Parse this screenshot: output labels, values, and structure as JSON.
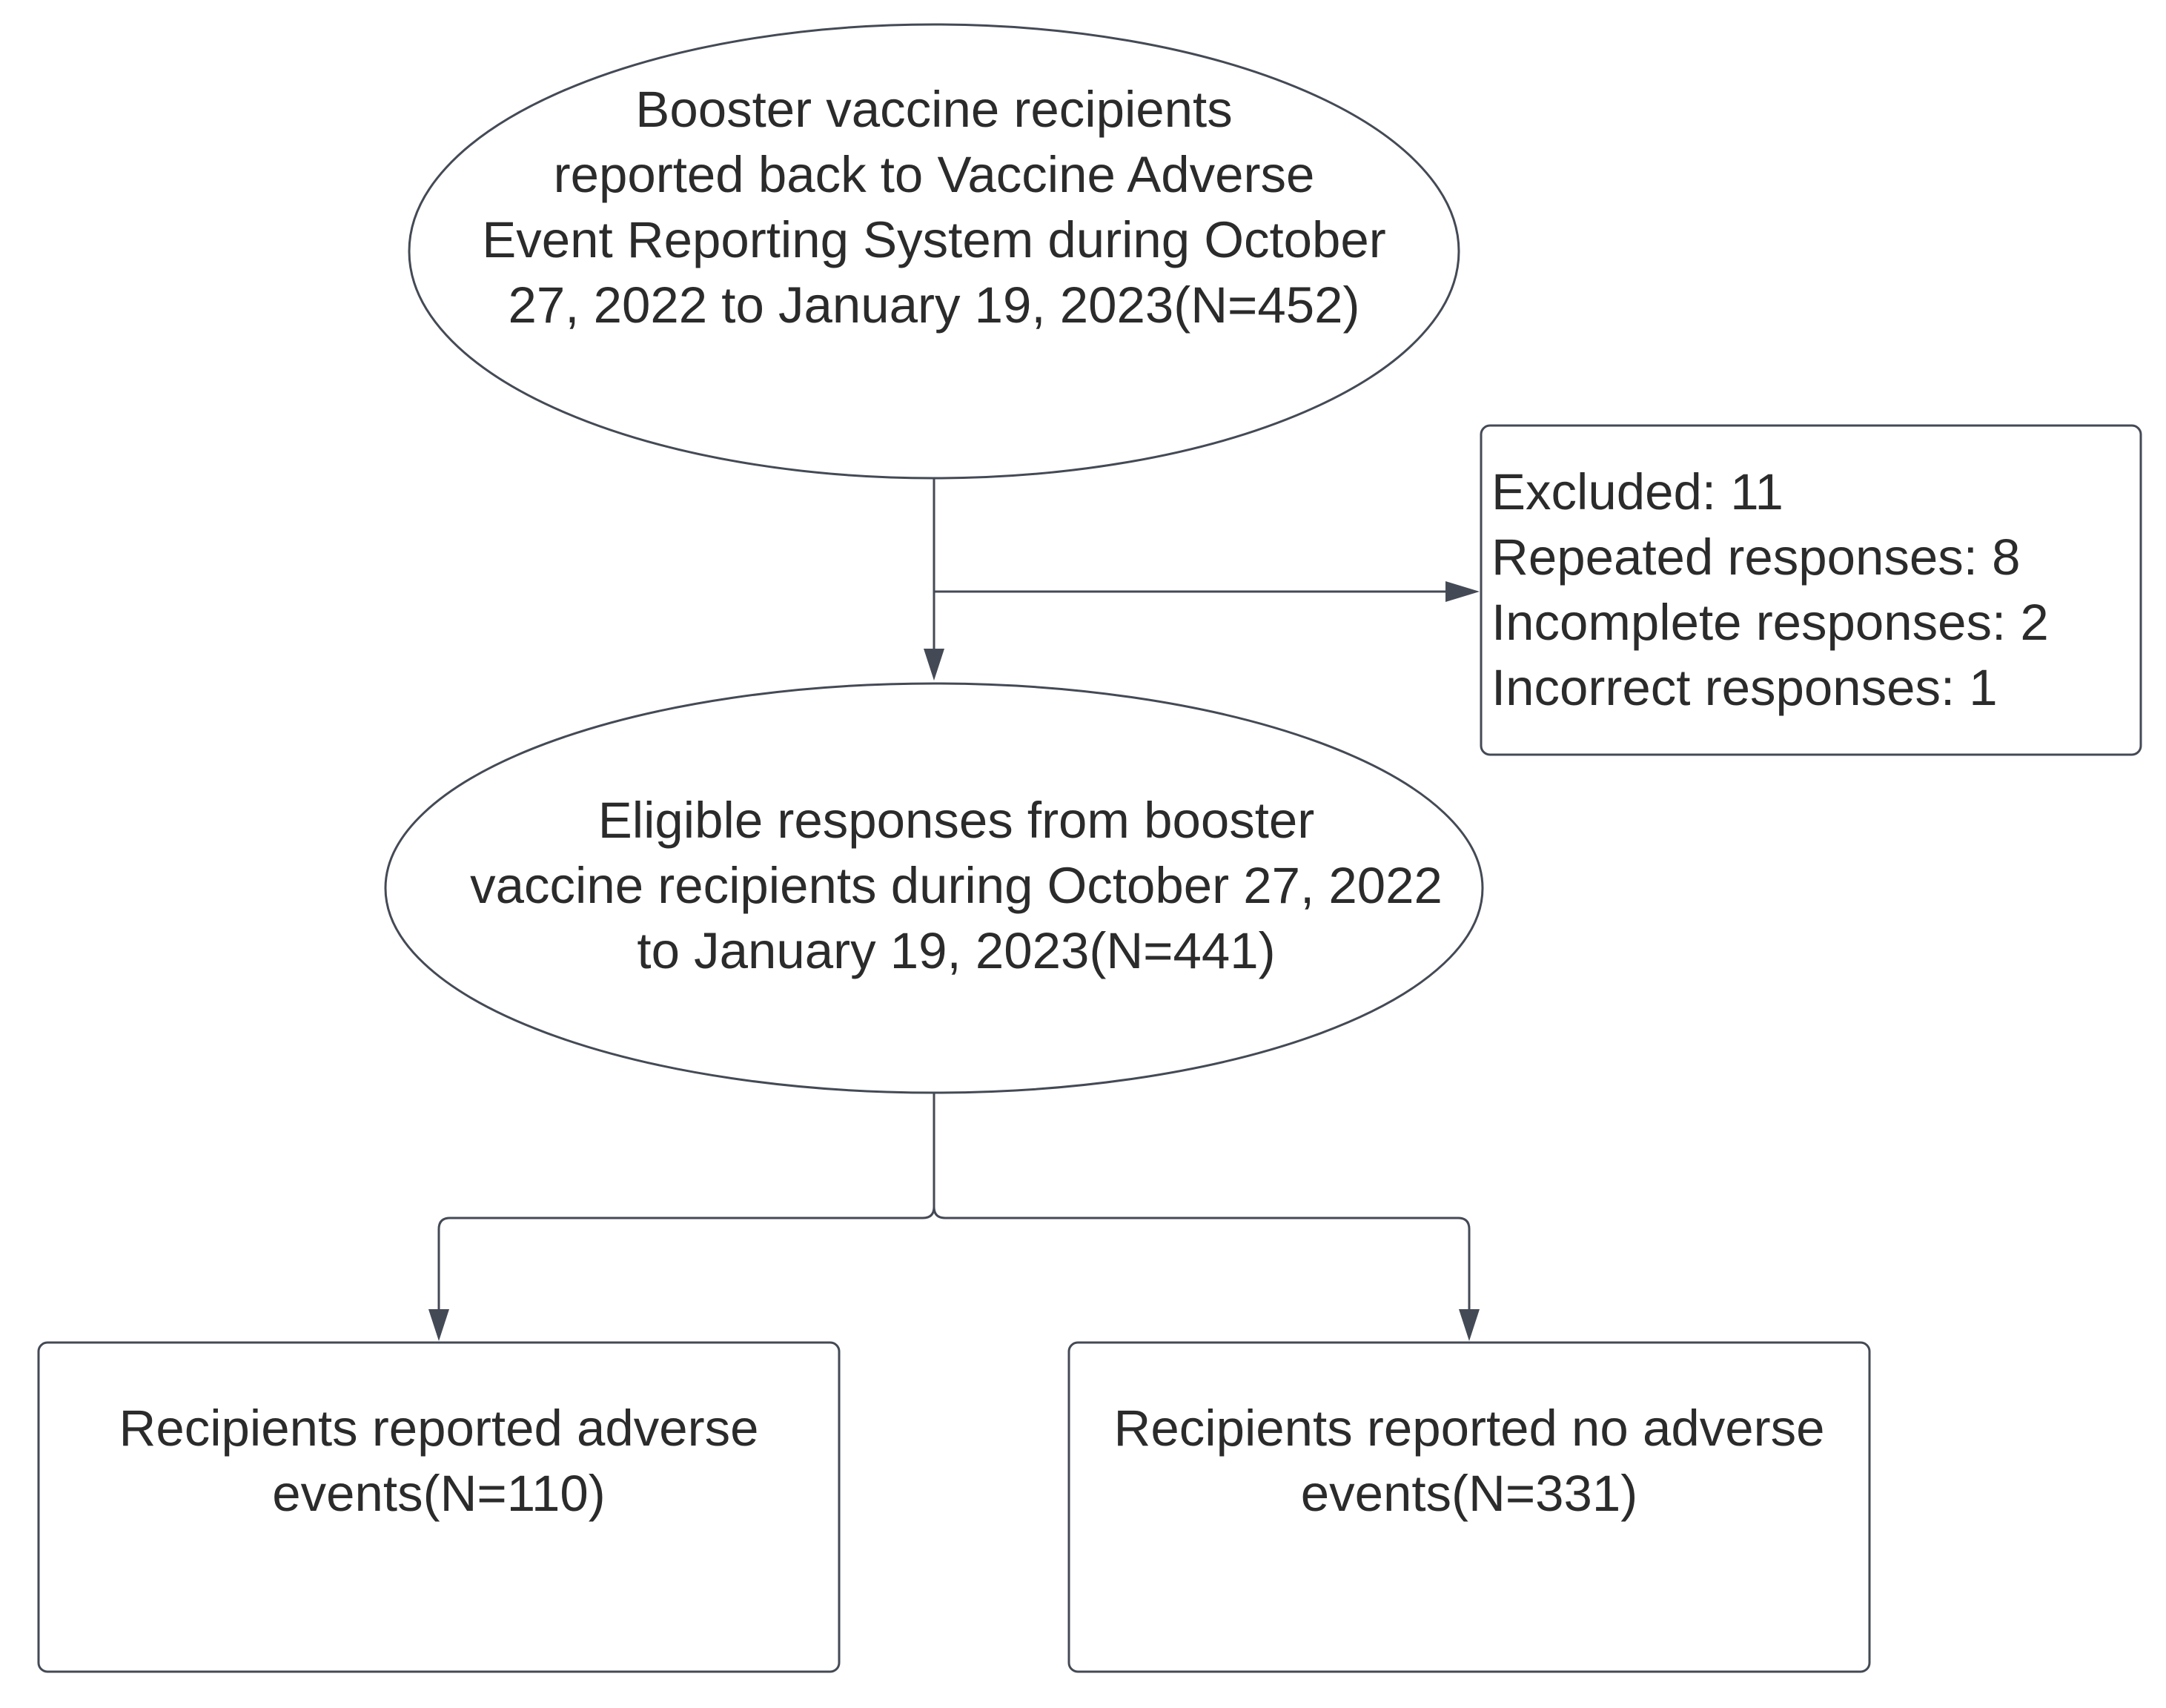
{
  "diagram": {
    "nodes": {
      "booster_recipients": {
        "lines": [
          "Booster vaccine recipients",
          "reported back to Vaccine Adverse",
          "Event Reporting System during October",
          "27, 2022 to January 19, 2023(N=452)"
        ]
      },
      "excluded": {
        "lines": [
          "Excluded: 11",
          "Repeated responses: 8",
          "Incomplete responses: 2",
          "Incorrect responses: 1"
        ]
      },
      "eligible": {
        "lines": [
          "Eligible responses from booster",
          "vaccine recipients during October 27, 2022",
          "to January 19, 2023(N=441)"
        ]
      },
      "adverse_events": {
        "lines": [
          "Recipients reported adverse",
          "events(N=110)"
        ]
      },
      "no_adverse_events": {
        "lines": [
          "Recipients reported no adverse",
          "events(N=331)"
        ]
      }
    },
    "colors": {
      "stroke": "#444a55",
      "text": "#2b2b2b",
      "background": "#ffffff"
    }
  }
}
